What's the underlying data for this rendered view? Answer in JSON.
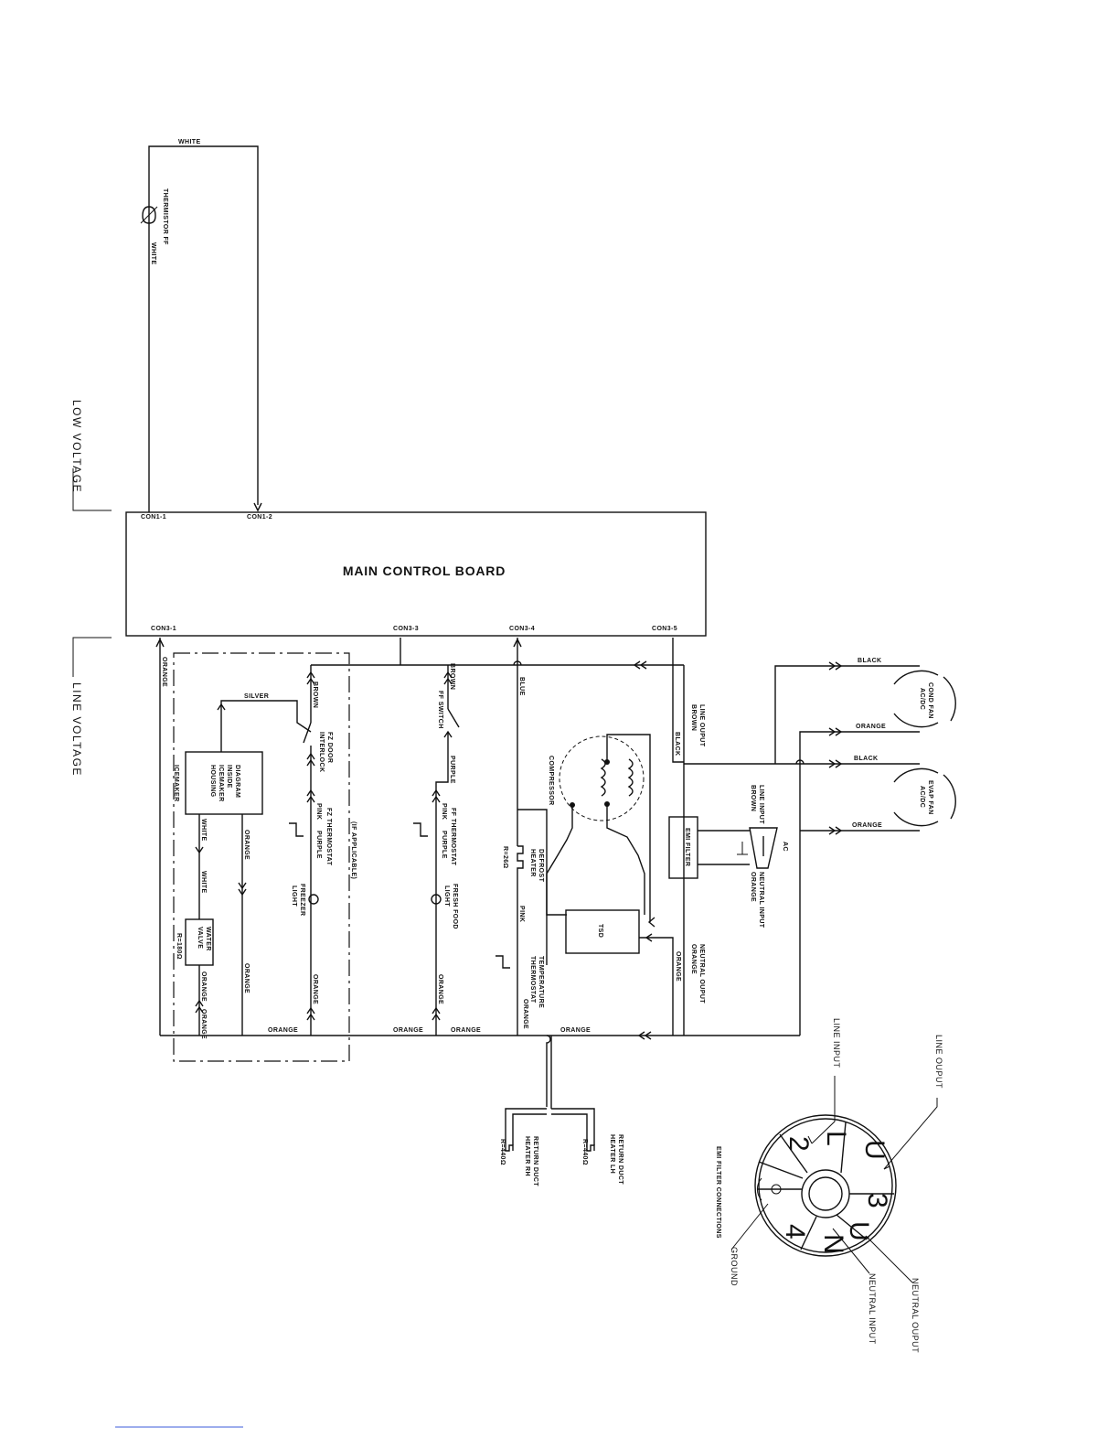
{
  "board": {
    "title": "MAIN CONTROL BOARD",
    "connectors": [
      "CON1-1",
      "CON1-2",
      "CON3-1",
      "CON3-3",
      "CON3-4",
      "CON3-5"
    ]
  },
  "zones": {
    "low": "LOW VOLTAGE",
    "line": "LINE VOLTAGE"
  },
  "wires": {
    "white": "WHITE",
    "orange": "ORANGE",
    "brown": "BROWN",
    "silver": "SILVER",
    "purple": "PURPLE",
    "pink": "PINK",
    "blue": "BLUE",
    "black": "BLACK"
  },
  "components": {
    "thermistor": "THERMISTOR FF",
    "icemaker": "ICEMAKER",
    "icemaker_diagram": [
      "DIAGRAM",
      "INSIDE",
      "ICEMAKER",
      "HOUSING"
    ],
    "water_valve": [
      "WATER",
      "VALVE"
    ],
    "water_valve_r": "R=180Ω",
    "fz_door": [
      "FZ DOOR",
      "INTERLOCK"
    ],
    "fz_thermostat": "FZ THERMOSTAT",
    "freezer_light": [
      "FREEZER",
      "LIGHT"
    ],
    "if_applicable": "(IF APPLICABLE)",
    "ff_switch": "FF SWITCH",
    "ff_thermostat": "FF THERMOSTAT",
    "fresh_food_light": [
      "FRESH FOOD",
      "LIGHT"
    ],
    "defrost_heater": [
      "DEFROST",
      "HEATER"
    ],
    "defrost_r": "R=26Ω",
    "temp_thermostat": [
      "TEMPERATURE",
      "THERMOSTAT"
    ],
    "compressor": "COMPRESSOR",
    "tsd": "TSD",
    "emi_filter": "EMI FILTER",
    "ac": "AC",
    "line_ouput": "LINE OUPUT",
    "line_input": "LINE INPUT",
    "neutral_input": "NEUTRAL INPUT",
    "neutral_ouput": "NEUTRAL OUPUT",
    "cond_fan": [
      "COND FAN",
      "AC/DC"
    ],
    "evap_fan": [
      "EVAP FAN",
      "AC/DC"
    ],
    "return_duct_rh": [
      "RETURN DUCT",
      "HEATER RH"
    ],
    "return_duct_lh": [
      "RETURN DUCT",
      "HEATER LH"
    ],
    "return_r": "R=440Ω"
  },
  "emi_connections": {
    "title": "EMI FILTER CONNECTIONS",
    "line_input": "LINE INPUT",
    "line_ouput": "LINE OUPUT",
    "neutral_input": "NEUTRAL INPUT",
    "neutral_ouput": "NEUTRAL OUPUT",
    "ground": "GROUND",
    "symbols": [
      "L",
      "2",
      "U",
      "3",
      "U",
      "4",
      "N"
    ]
  }
}
